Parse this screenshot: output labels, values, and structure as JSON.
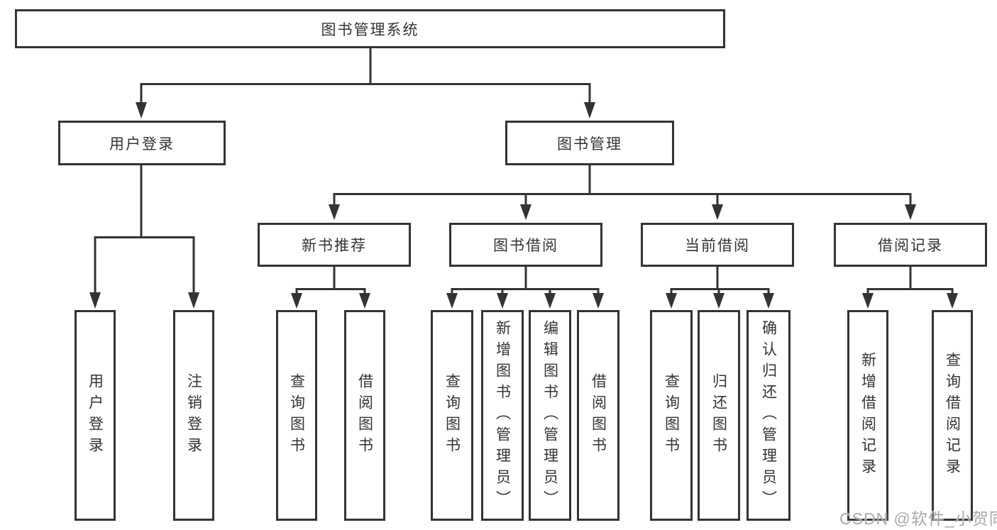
{
  "tree": {
    "root": "图书管理系统",
    "branches": [
      {
        "label": "用户登录",
        "children": [
          "用户登录",
          "注销登录"
        ]
      },
      {
        "label": "图书管理",
        "sections": [
          {
            "label": "新书推荐",
            "children": [
              "查询图书",
              "借阅图书"
            ]
          },
          {
            "label": "图书借阅",
            "children": [
              "查询图书",
              "新增图书（管理员）",
              "编辑图书（管理员）",
              "借阅图书"
            ]
          },
          {
            "label": "当前借阅",
            "children": [
              "查询图书",
              "归还图书",
              "确认归还（管理员）"
            ]
          },
          {
            "label": "借阅记录",
            "children": [
              "新增借阅记录",
              "查询借阅记录"
            ]
          }
        ]
      }
    ]
  },
  "watermark": "CSDN @软件_小贺同学",
  "colors": {
    "line": "#333333",
    "box_border": "#333333",
    "text": "#333333",
    "watermark": "#a9a9a9",
    "background": "#ffffff"
  }
}
